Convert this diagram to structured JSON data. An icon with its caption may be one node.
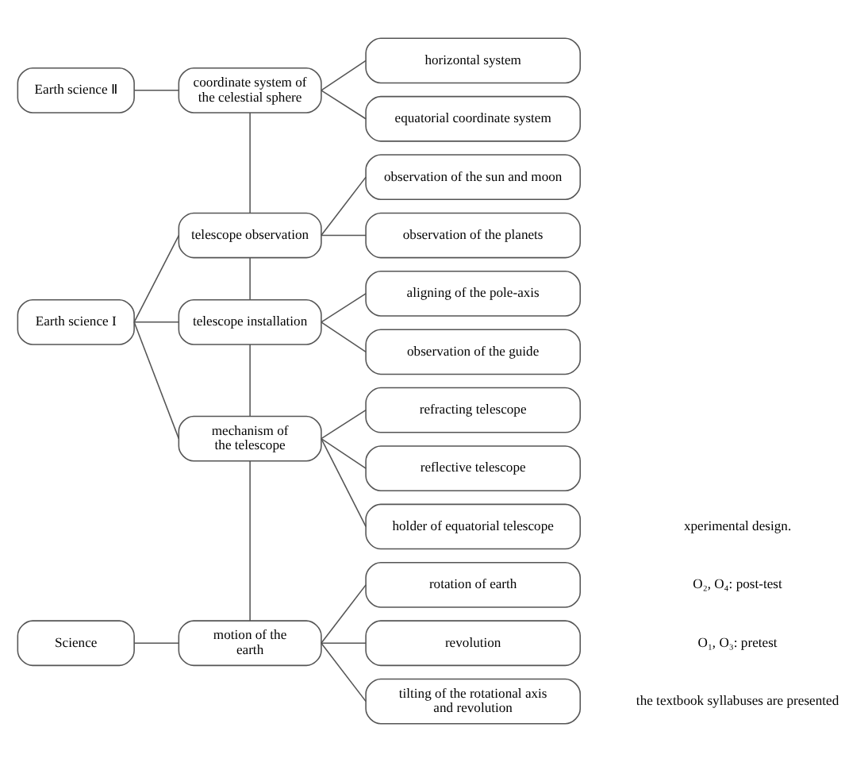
{
  "diagram": {
    "nodes": [
      {
        "text": [
          "Earth science Ⅱ"
        ]
      },
      {
        "text": [
          "coordinate system of the celestial sphere"
        ]
      },
      {
        "text": [
          "horizontal system"
        ]
      },
      {
        "text": [
          "equatorial coordinate system"
        ]
      },
      {
        "text": [
          "telescope observation"
        ]
      },
      {
        "text": [
          "observation of the sun and moon"
        ]
      },
      {
        "text": [
          "observation of the planets"
        ]
      },
      {
        "text": [
          "Earth science I"
        ]
      },
      {
        "text": [
          "telescope installation"
        ]
      },
      {
        "text": [
          "aligning of the pole-axis"
        ]
      },
      {
        "text": [
          "observation of the guide"
        ]
      },
      {
        "text": [
          "mechanism of the telescope"
        ]
      },
      {
        "text": [
          "refracting telescope"
        ]
      },
      {
        "text": [
          "reflective telescope"
        ]
      },
      {
        "text": [
          "holder of equatorial telescope"
        ]
      },
      {
        "text": [
          "Science"
        ]
      },
      {
        "text": [
          "motion of the earth"
        ]
      },
      {
        "text": [
          "rotation of earth"
        ]
      },
      {
        "text": [
          "revolution"
        ]
      },
      {
        "text": [
          "tilting of the rotational axis and revolution"
        ]
      }
    ],
    "edges": [
      {
        "from": 0,
        "to": 1,
        "arrow": "none"
      },
      {
        "from": 1,
        "to": 2,
        "arrow": "none"
      },
      {
        "from": 1,
        "to": 3,
        "arrow": "none"
      },
      {
        "from": 1,
        "to": 4,
        "arrow": "none"
      },
      {
        "from": 4,
        "to": 5,
        "arrow": "none"
      },
      {
        "from": 4,
        "to": 6,
        "arrow": "none"
      },
      {
        "from": 7,
        "to": 4,
        "arrow": "none"
      },
      {
        "from": 7,
        "to": 8,
        "arrow": "none"
      },
      {
        "from": 7,
        "to": 11,
        "arrow": "none"
      },
      {
        "from": 4,
        "to": 8,
        "arrow": "none"
      },
      {
        "from": 8,
        "to": 9,
        "arrow": "none"
      },
      {
        "from": 8,
        "to": 10,
        "arrow": "none"
      },
      {
        "from": 8,
        "to": 11,
        "arrow": "none"
      },
      {
        "from": 11,
        "to": 12,
        "arrow": "none"
      },
      {
        "from": 11,
        "to": 13,
        "arrow": "none"
      },
      {
        "from": 11,
        "to": 14,
        "arrow": "none"
      },
      {
        "from": 11,
        "to": 16,
        "arrow": "none"
      },
      {
        "from": 15,
        "to": 16,
        "arrow": "none"
      },
      {
        "from": 16,
        "to": 17,
        "arrow": "none"
      },
      {
        "from": 16,
        "to": 18,
        "arrow": "none"
      },
      {
        "from": 16,
        "to": 19,
        "arrow": "none"
      }
    ],
    "labels": [
      "the textbook syllabuses are presented",
      "O₁, O₃: pretest",
      "O₂, O₄: post-test",
      "xperimental design."
    ]
  }
}
